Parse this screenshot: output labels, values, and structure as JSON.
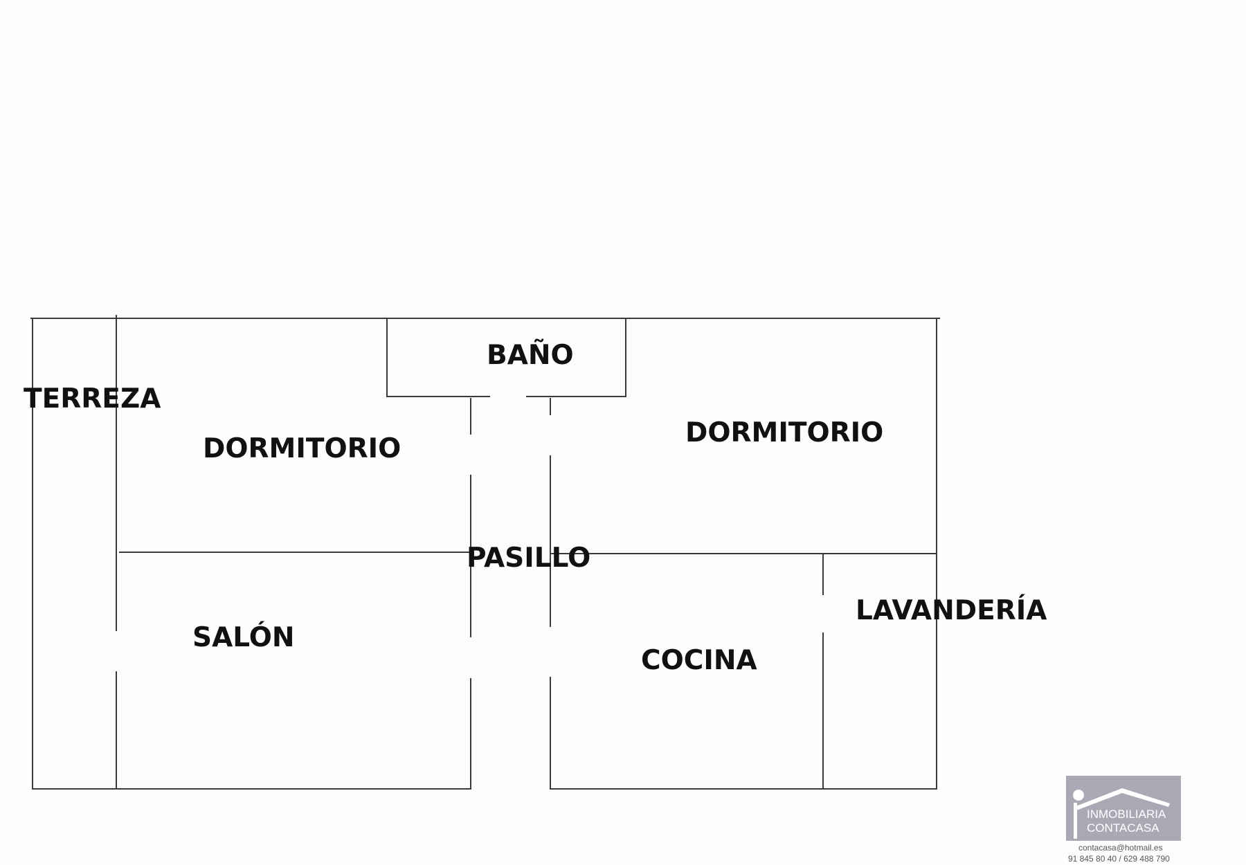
{
  "rooms": {
    "terraza": "TERREZA",
    "dormitorio_left": "DORMITORIO",
    "bano": "BAÑO",
    "dormitorio_right": "DORMITORIO",
    "pasillo": "PASILLO",
    "salon": "SALÓN",
    "cocina": "COCINA",
    "lavanderia": "LAVANDERÍA"
  },
  "logo": {
    "line1": "INMOBILIARIA",
    "line2": "CONTACASA",
    "email": "contacasa@hotmail.es",
    "phones": "91 845 80 40 / 629 488 790",
    "color": "#a9a9b5"
  },
  "colors": {
    "walls": "#3a3a3a",
    "labels": "#111111"
  }
}
